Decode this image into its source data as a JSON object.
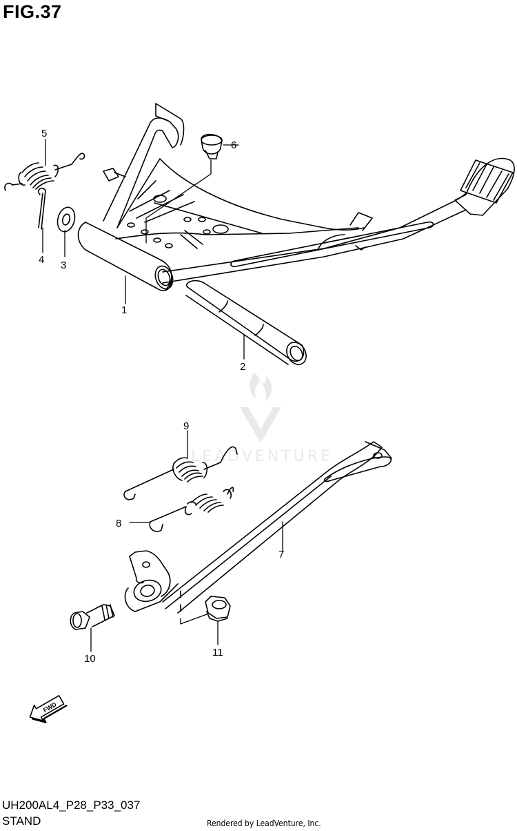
{
  "figure": {
    "title": "FIG.37"
  },
  "callouts": [
    {
      "id": "1",
      "label": "1"
    },
    {
      "id": "2",
      "label": "2"
    },
    {
      "id": "3",
      "label": "3"
    },
    {
      "id": "4",
      "label": "4"
    },
    {
      "id": "5",
      "label": "5"
    },
    {
      "id": "6",
      "label": "6"
    },
    {
      "id": "7",
      "label": "7"
    },
    {
      "id": "8",
      "label": "8"
    },
    {
      "id": "9",
      "label": "9"
    },
    {
      "id": "10",
      "label": "10"
    },
    {
      "id": "11",
      "label": "11"
    }
  ],
  "fwd_badge": "FWD",
  "watermark": "LEADVENTURE",
  "footer": {
    "code": "UH200AL4_P28_P33_037",
    "name": "STAND",
    "credit": "Rendered by LeadVenture, Inc."
  }
}
